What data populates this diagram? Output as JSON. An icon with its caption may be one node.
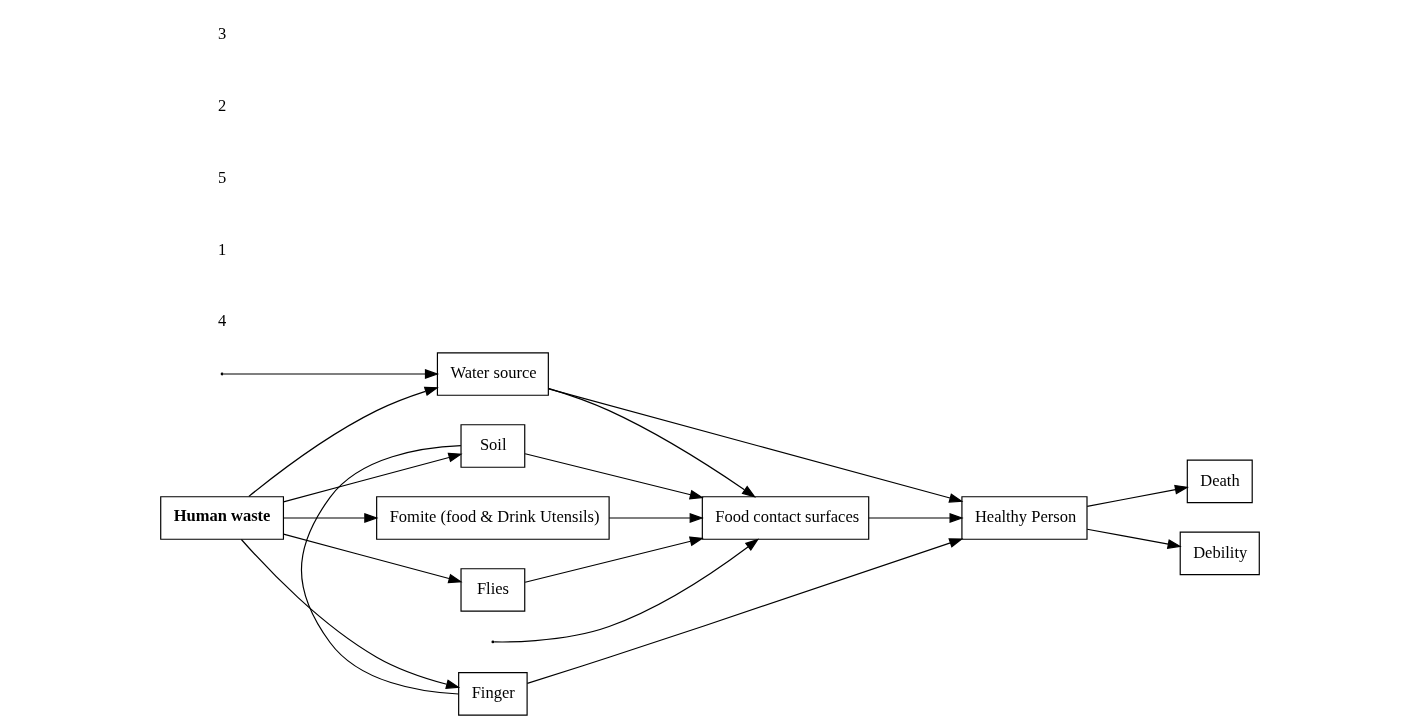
{
  "diagram": {
    "nodes": [
      {
        "text": [
          "Human waste"
        ]
      },
      {
        "text": [
          "Water source"
        ]
      },
      {
        "text": [
          "Flies"
        ]
      },
      {
        "text": [
          "Soil"
        ]
      },
      {
        "text": [
          "Fomite (food & Drink Utensils)"
        ]
      },
      {
        "text": [
          "Finger"
        ]
      },
      {
        "text": [
          "Food contact surfaces"
        ]
      },
      {
        "text": [
          "Healthy Person"
        ]
      },
      {
        "text": [
          "Death"
        ]
      },
      {
        "text": [
          "Debility"
        ]
      }
    ],
    "edges": [
      {
        "from": 0,
        "to": 1,
        "arrow": "to"
      },
      {
        "from": 0,
        "to": 2,
        "arrow": "to"
      },
      {
        "from": 0,
        "to": 3,
        "arrow": "to"
      },
      {
        "from": 0,
        "to": 4,
        "arrow": "to"
      },
      {
        "from": 0,
        "to": 5,
        "arrow": "to"
      },
      {
        "from": 1,
        "to": 7,
        "arrow": "to"
      },
      {
        "from": 1,
        "to": 6,
        "arrow": "to"
      },
      {
        "from": 2,
        "to": 6,
        "arrow": "to"
      },
      {
        "from": 3,
        "to": 6,
        "arrow": "to"
      },
      {
        "from": 4,
        "to": 6,
        "arrow": "to"
      },
      {
        "from": null,
        "to": 6,
        "arrow": "to"
      },
      {
        "from": 5,
        "to": 7,
        "arrow": "to"
      },
      {
        "from": 3,
        "to": 5,
        "arrow": "none"
      },
      {
        "from": null,
        "to": 1,
        "arrow": "to"
      },
      {
        "from": 6,
        "to": 7,
        "arrow": "to"
      },
      {
        "from": 7,
        "to": 8,
        "arrow": "to"
      },
      {
        "from": 7,
        "to": 9,
        "arrow": "to"
      }
    ],
    "labels": [
      "4",
      "1",
      "5",
      "2",
      "3"
    ]
  }
}
